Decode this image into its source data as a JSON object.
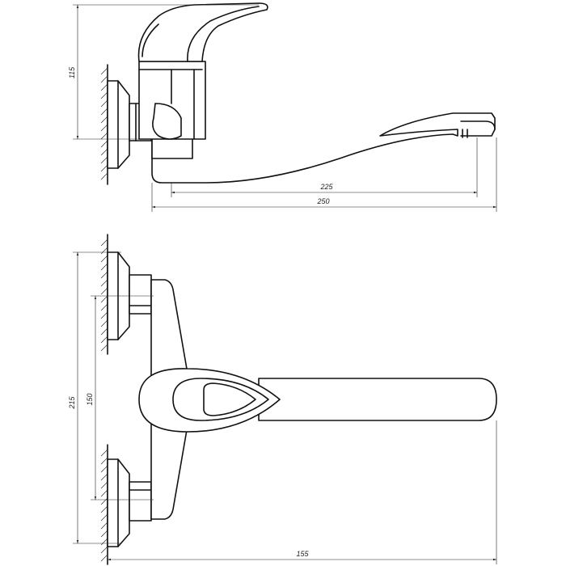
{
  "dimensions": {
    "side_height": "115",
    "spout_reach_inner": "225",
    "spout_reach_outer": "250",
    "front_total_height": "215",
    "front_center_distance": "150",
    "front_width": "155"
  }
}
